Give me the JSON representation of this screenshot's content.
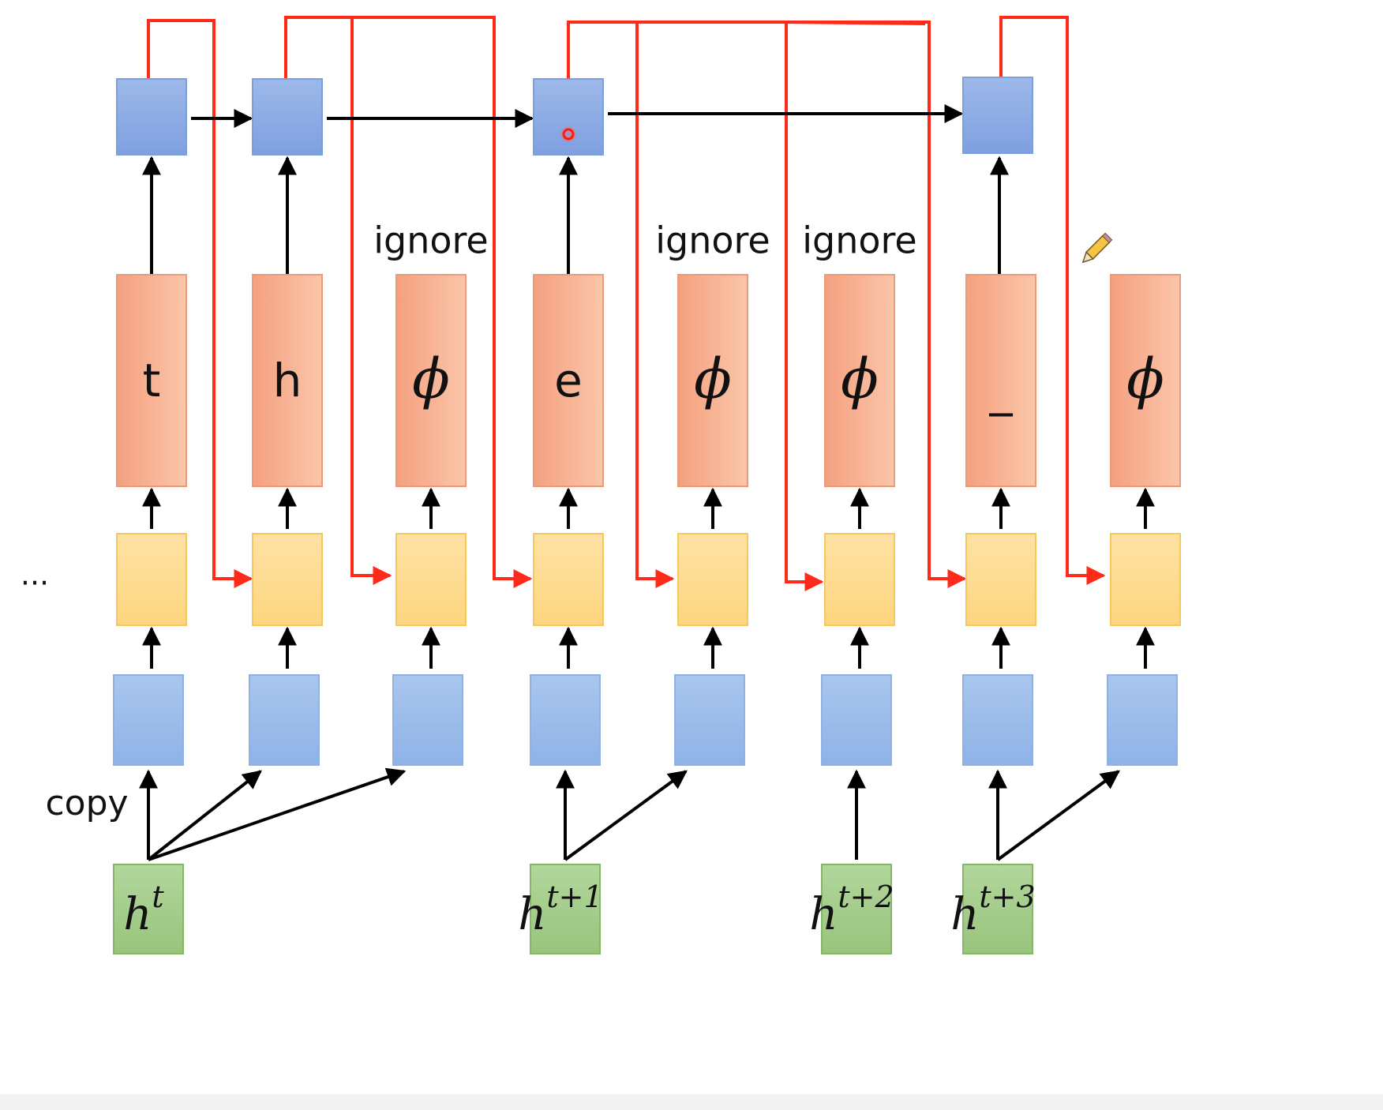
{
  "diagram": {
    "ellipsis": "...",
    "copy_label": "copy",
    "ignore_label": "ignore",
    "columns": [
      {
        "token": "t",
        "ignored": false,
        "token_to_top": true
      },
      {
        "token": "h",
        "ignored": false,
        "token_to_top": true
      },
      {
        "token": "ϕ",
        "ignored": true,
        "token_to_top": false
      },
      {
        "token": "e",
        "ignored": false,
        "token_to_top": true
      },
      {
        "token": "ϕ",
        "ignored": true,
        "token_to_top": false
      },
      {
        "token": "ϕ",
        "ignored": true,
        "token_to_top": false
      },
      {
        "token": "_",
        "ignored": false,
        "token_to_top": true
      },
      {
        "token": "ϕ",
        "ignored": true,
        "token_to_top": false
      }
    ],
    "encoder_states": [
      {
        "base": "h",
        "sup": "t",
        "column": 0,
        "copies_to": [
          0,
          1,
          2
        ]
      },
      {
        "base": "h",
        "sup": "t+1",
        "column": 3,
        "copies_to": [
          3,
          4
        ]
      },
      {
        "base": "h",
        "sup": "t+2",
        "column": 5,
        "copies_to": [
          5
        ]
      },
      {
        "base": "h",
        "sup": "t+3",
        "column": 6,
        "copies_to": [
          6,
          7
        ]
      }
    ],
    "top_nodes_at_columns": [
      0,
      1,
      3,
      6
    ],
    "cursor_marker_column": 3,
    "pencil_icon": "pencil-icon",
    "colors": {
      "blue_fill": "#9bb8e6",
      "blue_stroke": "#7b9fd8",
      "orange_fill": "#f7b596",
      "orange_stroke": "#ee9a78",
      "yellow_fill": "#fddc92",
      "yellow_stroke": "#f5c85e",
      "green_fill": "#a9cf90",
      "green_stroke": "#84b868",
      "red_line": "#ff2a1a",
      "black_arrow": "#000000"
    }
  }
}
